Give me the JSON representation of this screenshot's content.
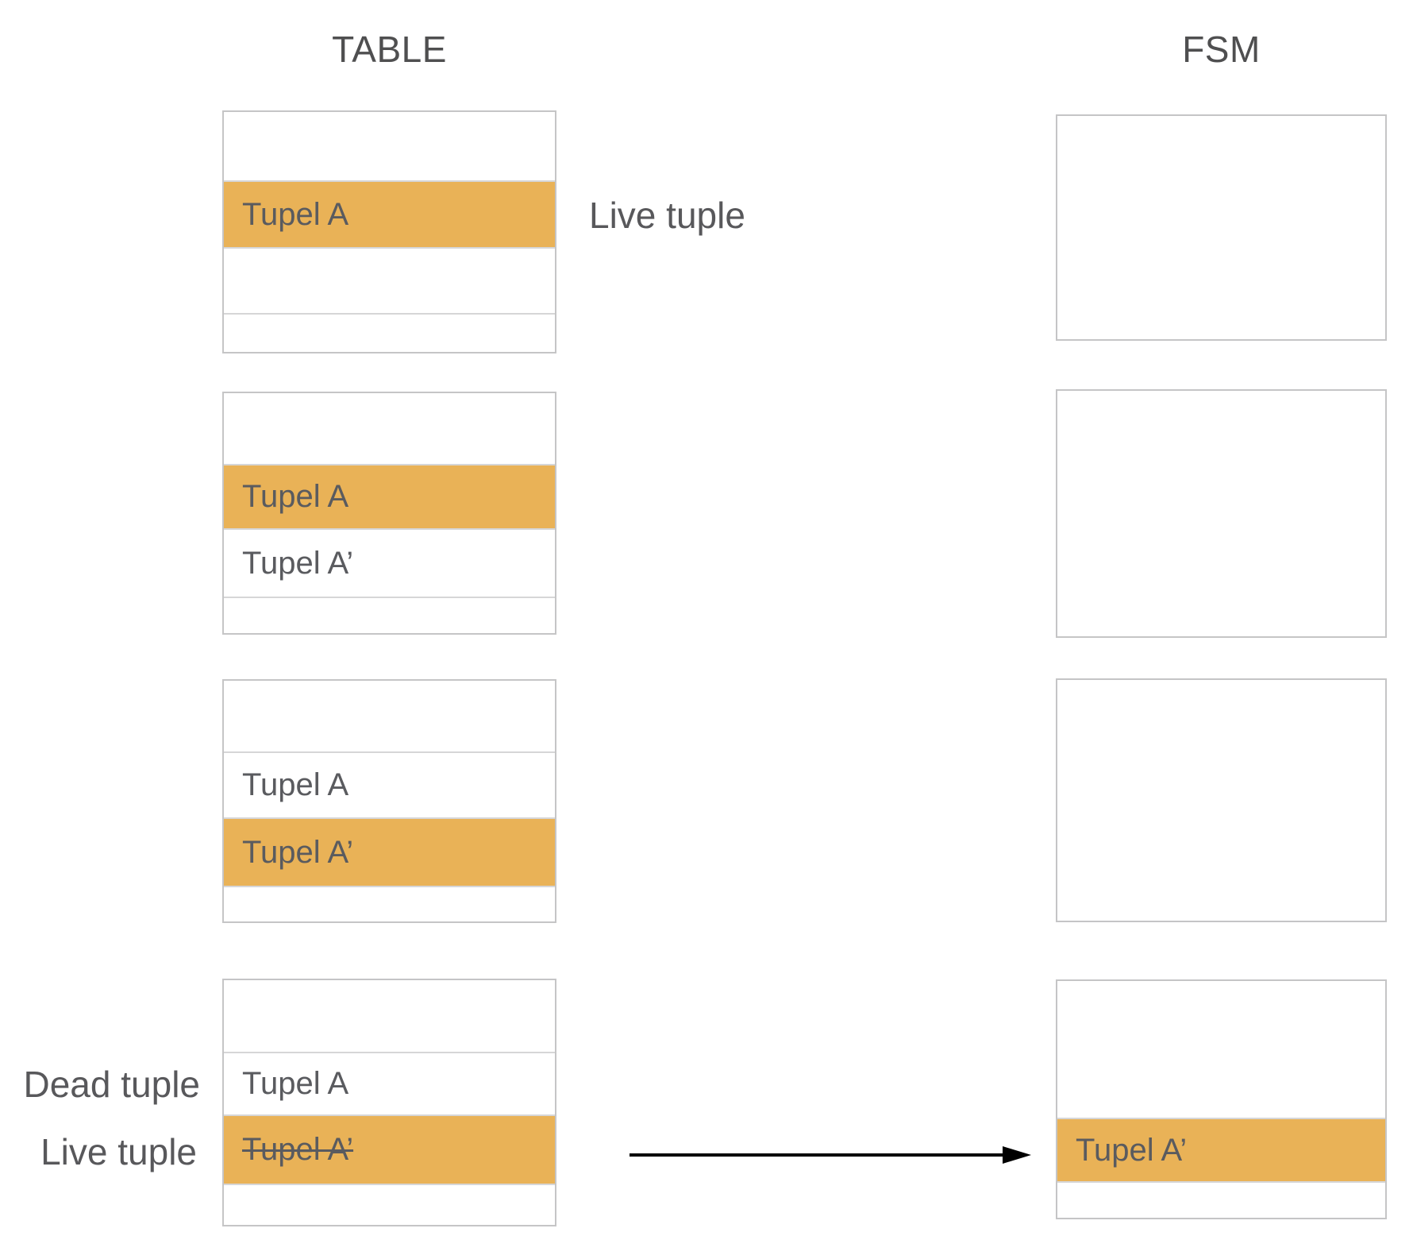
{
  "diagram": {
    "column_titles": {
      "table": "TABLE",
      "fsm": "FSM"
    },
    "annotations": {
      "stage1_live_tuple": "Live tuple",
      "stage4_dead_tuple": "Dead tuple",
      "stage4_live_tuple": "Live tuple"
    },
    "colors": {
      "highlight_fill": "#e9b257",
      "box_border": "#c5c5c6",
      "row_separator": "#d6d6d7",
      "title_text": "#4f4f50",
      "tuple_text": "#5a5b5f",
      "arrow": "#000000"
    },
    "stages": [
      {
        "table": {
          "tuple_a": {
            "text": "Tupel A",
            "highlight": true,
            "strikethrough": false
          }
        },
        "fsm": {}
      },
      {
        "table": {
          "tuple_a": {
            "text": "Tupel A",
            "highlight": true,
            "strikethrough": false
          },
          "tuple_a_prime": {
            "text": "Tupel A’",
            "highlight": false,
            "strikethrough": false
          }
        },
        "fsm": {}
      },
      {
        "table": {
          "tuple_a": {
            "text": "Tupel A",
            "highlight": false,
            "strikethrough": false
          },
          "tuple_a_prime": {
            "text": "Tupel A’",
            "highlight": true,
            "strikethrough": false
          }
        },
        "fsm": {}
      },
      {
        "table": {
          "tuple_a": {
            "text": "Tupel A",
            "highlight": false,
            "strikethrough": false
          },
          "tuple_a_prime": {
            "text": "Tupel A’",
            "highlight": true,
            "strikethrough": true
          }
        },
        "fsm": {
          "tuple_a_prime": {
            "text": "Tupel A’",
            "highlight": true,
            "strikethrough": false
          }
        }
      }
    ]
  }
}
